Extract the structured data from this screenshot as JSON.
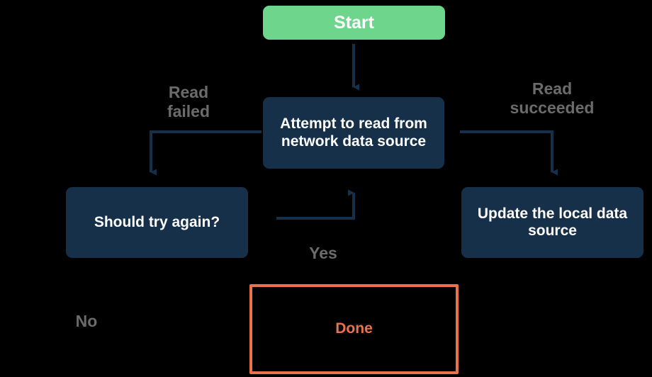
{
  "diagram": {
    "title": "Network read retry flowchart",
    "background_color": "#000000",
    "colors": {
      "start_fill": "#6ed58d",
      "process_fill": "#17304a",
      "terminal_border": "#e8734a",
      "terminal_text": "#e8734a",
      "node_text": "#ffffff",
      "edge_line": "#17304a",
      "edge_label_text": "#6b6b6b"
    },
    "nodes": [
      {
        "id": "start",
        "label": "Start",
        "type": "start"
      },
      {
        "id": "attempt",
        "label": "Attempt to read from\nnetwork data source",
        "type": "process"
      },
      {
        "id": "retry",
        "label": "Should try again?",
        "type": "process"
      },
      {
        "id": "update",
        "label": "Update the local data\nsource",
        "type": "process"
      },
      {
        "id": "done",
        "label": "Done",
        "type": "terminal"
      }
    ],
    "edge_labels": [
      {
        "id": "read-failed",
        "text": "Read\nfailed"
      },
      {
        "id": "read-succeeded",
        "text": "Read\nsucceeded"
      },
      {
        "id": "yes",
        "text": "Yes"
      },
      {
        "id": "no",
        "text": "No"
      }
    ],
    "edges": [
      {
        "from": "start",
        "to": "attempt",
        "label": ""
      },
      {
        "from": "attempt",
        "to": "retry",
        "label": "Read failed"
      },
      {
        "from": "attempt",
        "to": "update",
        "label": "Read succeeded"
      },
      {
        "from": "retry",
        "to": "attempt",
        "label": "Yes"
      },
      {
        "from": "retry",
        "to": "done",
        "label": "No"
      }
    ]
  }
}
